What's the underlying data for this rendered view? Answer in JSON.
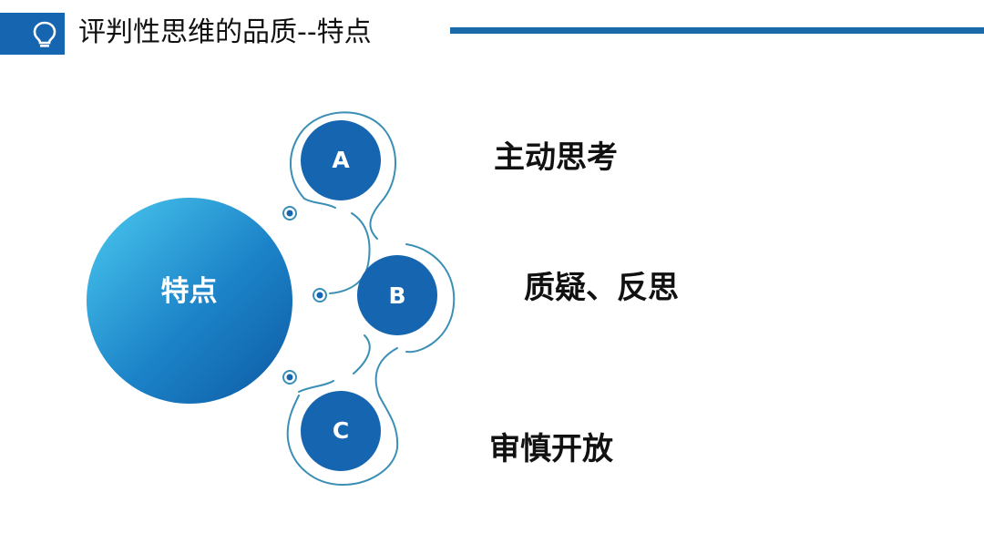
{
  "header": {
    "icon": "lightbulb-icon",
    "title": "评判性思维的品质--特点",
    "accent_color": "#1565b0"
  },
  "diagram": {
    "center": {
      "label": "特点",
      "gradient": [
        "#45c3ea",
        "#0f5fa8"
      ]
    },
    "nodes": [
      {
        "letter": "A",
        "text": "主动思考",
        "color": "#1565b0"
      },
      {
        "letter": "B",
        "text": "质疑、反思",
        "color": "#1565b0"
      },
      {
        "letter": "C",
        "text": "审慎开放",
        "color": "#1565b0"
      }
    ],
    "connector_color": "#3b8fb5"
  }
}
